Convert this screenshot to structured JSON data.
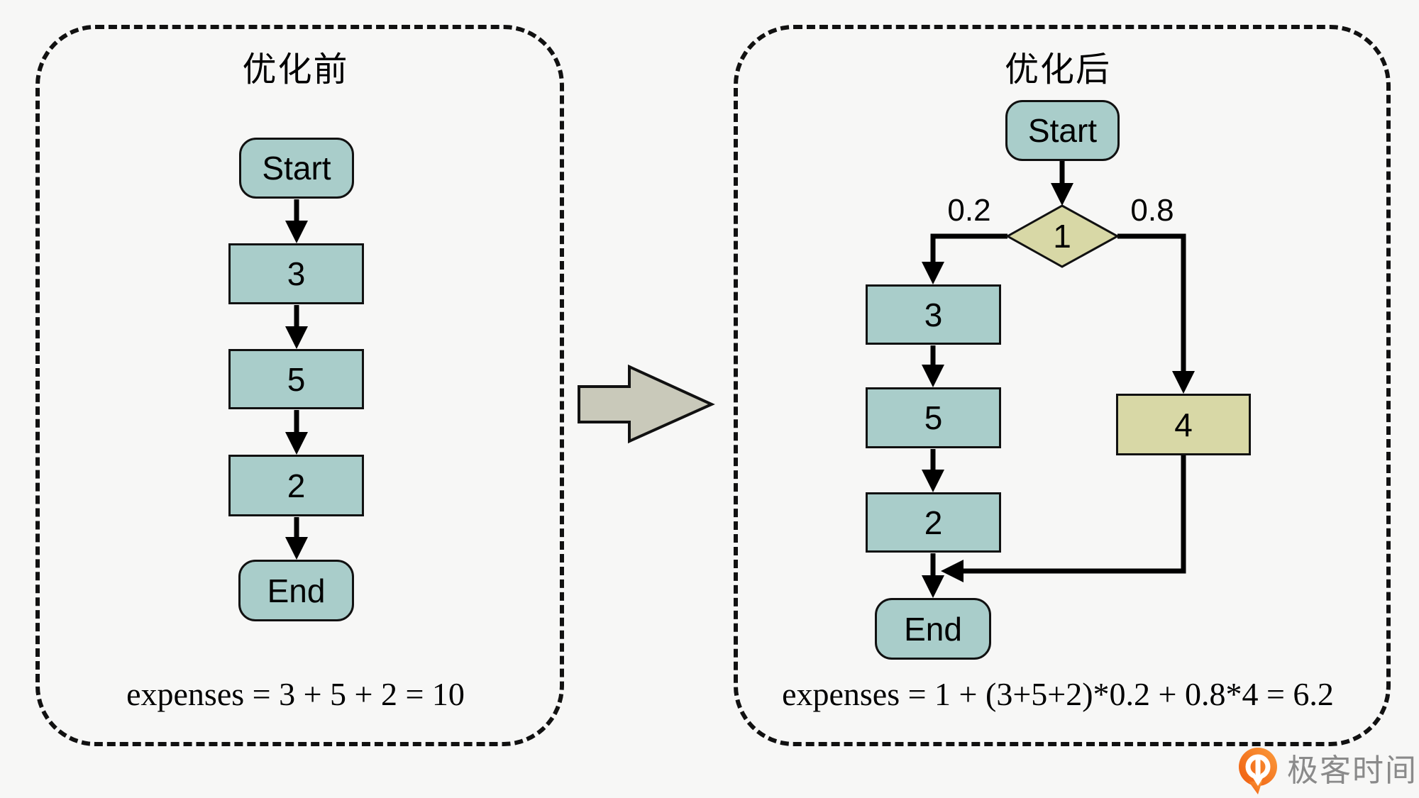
{
  "panels": {
    "before": {
      "title": "优化前",
      "start_label": "Start",
      "steps": [
        "3",
        "5",
        "2"
      ],
      "end_label": "End",
      "formula": "expenses = 3 + 5 + 2 = 10"
    },
    "after": {
      "title": "优化后",
      "start_label": "Start",
      "decision_label": "1",
      "branch_left_probability": "0.2",
      "branch_right_probability": "0.8",
      "steps": [
        "3",
        "5",
        "2"
      ],
      "branch_box_label": "4",
      "end_label": "End",
      "formula": "expenses = 1 + (3+5+2)*0.2 + 0.8*4 = 6.2"
    }
  },
  "logo": {
    "text": "极客时间"
  },
  "colors": {
    "bg": "#f7f7f6",
    "teal": "#a9cdca",
    "olive": "#d8d8a6",
    "blockarrow": "#c9c9ba",
    "line": "#111111",
    "logo-orange": "#f5821f",
    "logo-text": "#8a8a8a"
  }
}
